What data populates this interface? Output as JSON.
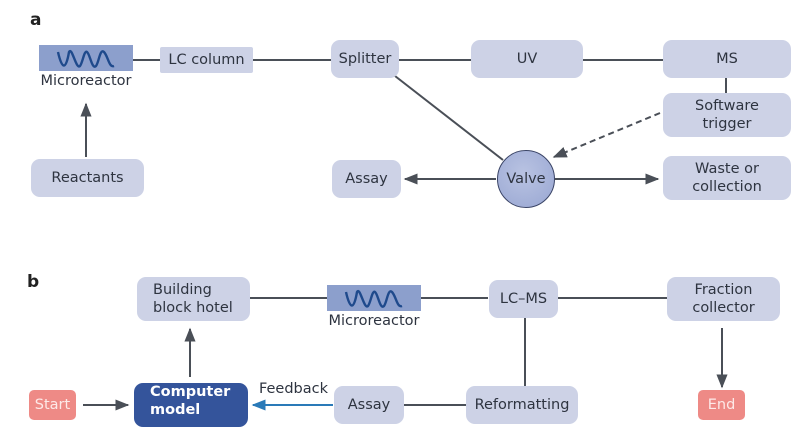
{
  "panel_a": {
    "label": "a",
    "microreactor_caption": "Microreactor",
    "lc_column": "LC column",
    "splitter": "Splitter",
    "uv": "UV",
    "ms": "MS",
    "software_trigger": [
      "Software",
      "trigger"
    ],
    "reactants": "Reactants",
    "assay": "Assay",
    "valve": "Valve",
    "waste": [
      "Waste or",
      "collection"
    ]
  },
  "panel_b": {
    "label": "b",
    "building_block_hotel": [
      "Building",
      "block hotel"
    ],
    "microreactor_caption": "Microreactor",
    "lc_ms": "LC–MS",
    "fraction_collector": [
      "Fraction",
      "collector"
    ],
    "start": "Start",
    "computer_model": [
      "Computer",
      "model"
    ],
    "feedback": "Feedback",
    "assay": "Assay",
    "reformatting": "Reformatting",
    "end": "End"
  },
  "colors": {
    "node_fill": "#cdd2e6",
    "reactor_fill": "#8c9fcc",
    "coil": "#1f4a8c",
    "computer_model": "#34549b",
    "terminal": "#ee8a86",
    "feedback_arrow": "#2a7ab8",
    "line": "#4a4f57"
  }
}
